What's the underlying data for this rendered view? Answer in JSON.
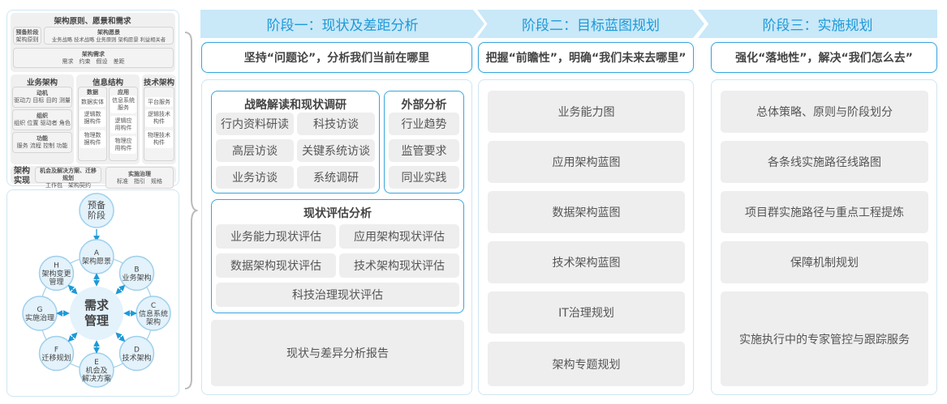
{
  "left_top": {
    "title": "架构原则、愿景和需求",
    "prelim": {
      "title": "预备阶段",
      "sub": "架构原则"
    },
    "vision": {
      "title": "架构愿景",
      "sub": "业务战略 技术战略 业务原则 架构愿景 利益相关者"
    },
    "requirements": {
      "title": "架构需求",
      "sub": "需求　约束　假设　差距"
    },
    "business": {
      "title": "业务架构",
      "boxes": [
        {
          "title": "动机",
          "sub": "驱动力 目标 目的 测量"
        },
        {
          "title": "组织",
          "sub": "组织 位置 驱动者 角色"
        },
        {
          "title": "功能",
          "sub": "服务 流程 控制 功能"
        }
      ]
    },
    "info": {
      "title": "信息结构",
      "data": {
        "title": "数据",
        "items": [
          "数据实体",
          "逻辑数据构件",
          "物理数据构件"
        ]
      },
      "app": {
        "title": "应用",
        "items": [
          "信息系统服务",
          "逻辑应用构件",
          "物理应用构件"
        ]
      }
    },
    "tech": {
      "title": "技术架构",
      "items": [
        "平台服务",
        "逻辑技术构件",
        "物理技术构件"
      ]
    },
    "impl": {
      "title": "架构实现",
      "opp": {
        "title": "机会及解决方案、迁移规划",
        "sub": "工作包　架构契约"
      },
      "gov": {
        "title": "实施治理",
        "sub": "标准　指引　规格"
      }
    }
  },
  "adm_cycle": {
    "prelim": "预备阶段",
    "center": "需求管理",
    "phases": [
      {
        "letter": "A",
        "label": "架构愿景"
      },
      {
        "letter": "B",
        "label": "业务架构"
      },
      {
        "letter": "C",
        "label": "信息系统架构"
      },
      {
        "letter": "D",
        "label": "技术架构"
      },
      {
        "letter": "E",
        "label": "机会及解决方案"
      },
      {
        "letter": "F",
        "label": "迁移规划"
      },
      {
        "letter": "G",
        "label": "实施治理"
      },
      {
        "letter": "H",
        "label": "架构变更管理"
      }
    ],
    "colors": {
      "circle_fill": "#e3f2fb",
      "circle_stroke": "#9fd0ec",
      "arrow": "#1d9ad8"
    }
  },
  "stage1": {
    "banner": "阶段一：现状及差距分析",
    "slogan": "坚持“问题论”，分析我们当前在哪里",
    "strategy": {
      "title": "战略解读和现状调研",
      "items": [
        "行内资料研读",
        "科技访谈",
        "高层访谈",
        "关键系统访谈",
        "业务访谈",
        "系统调研"
      ]
    },
    "external": {
      "title": "外部分析",
      "items": [
        "行业趋势",
        "监管要求",
        "同业实践"
      ]
    },
    "assessment": {
      "title": "现状评估分析",
      "items": [
        "业务能力现状评估",
        "应用架构现状评估",
        "数据架构现状评估",
        "技术架构现状评估",
        "科技治理现状评估"
      ]
    },
    "report": "现状与差异分析报告"
  },
  "stage2": {
    "banner": "阶段二：目标蓝图规划",
    "slogan": "把握“前瞻性”，明确“我们未来去哪里”",
    "items": [
      "业务能力图",
      "应用架构蓝图",
      "数据架构蓝图",
      "技术架构蓝图",
      "IT治理规划",
      "架构专题规划"
    ]
  },
  "stage3": {
    "banner": "阶段三：实施规划",
    "slogan": "强化“落地性”，解决“我们怎么去”",
    "items": [
      "总体策略、原则与阶段划分",
      "各条线实施路径线路图",
      "项目群实施路径与重点工程提炼",
      "保障机制规划",
      "实施执行中的专家管控与跟踪服务"
    ]
  },
  "colors": {
    "accent": "#1d9ad8",
    "banner_bg": "#c9e8f8",
    "border": "#3aa6da",
    "box_bg": "#eeeeee"
  }
}
